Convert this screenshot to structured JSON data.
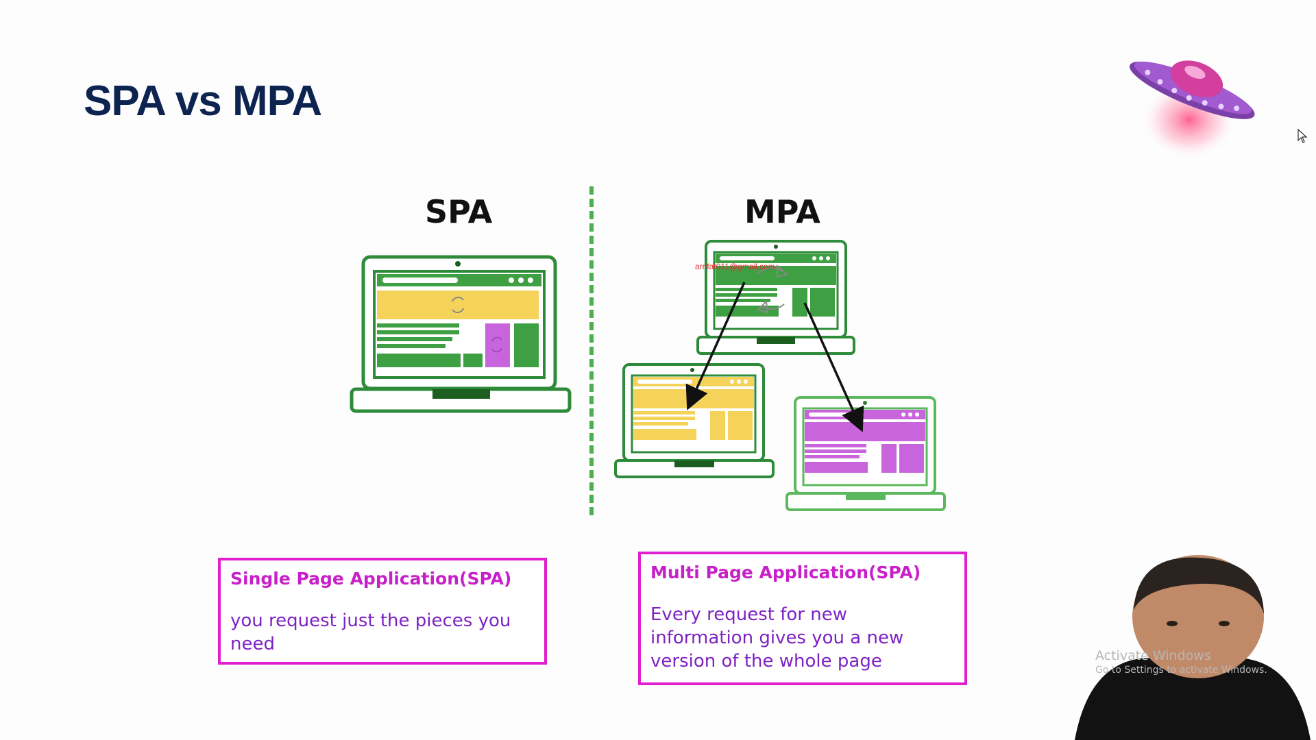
{
  "slide": {
    "title": "SPA vs MPA",
    "spa_label": "SPA",
    "mpa_label": "MPA",
    "email_overlay": "arrifat011@gmail.com"
  },
  "spa_box": {
    "heading": "Single Page Application(SPA)",
    "body": "you request just the pieces you need"
  },
  "mpa_box": {
    "heading": "Multi  Page Application(SPA)",
    "body": "Every request for new information gives you a new version of the whole page"
  },
  "watermark": {
    "line1": "Activate Windows",
    "line2": "Go to Settings to activate Windows."
  },
  "icons": {
    "ufo": "ufo-icon",
    "cursor": "mouse-cursor-icon",
    "refresh": "refresh-icon"
  },
  "colors": {
    "title": "#0d2350",
    "laptop_green": "#2e8b3a",
    "content_yellow": "#f5d35b",
    "content_purple": "#c965dc",
    "box_border": "#e020d0"
  }
}
